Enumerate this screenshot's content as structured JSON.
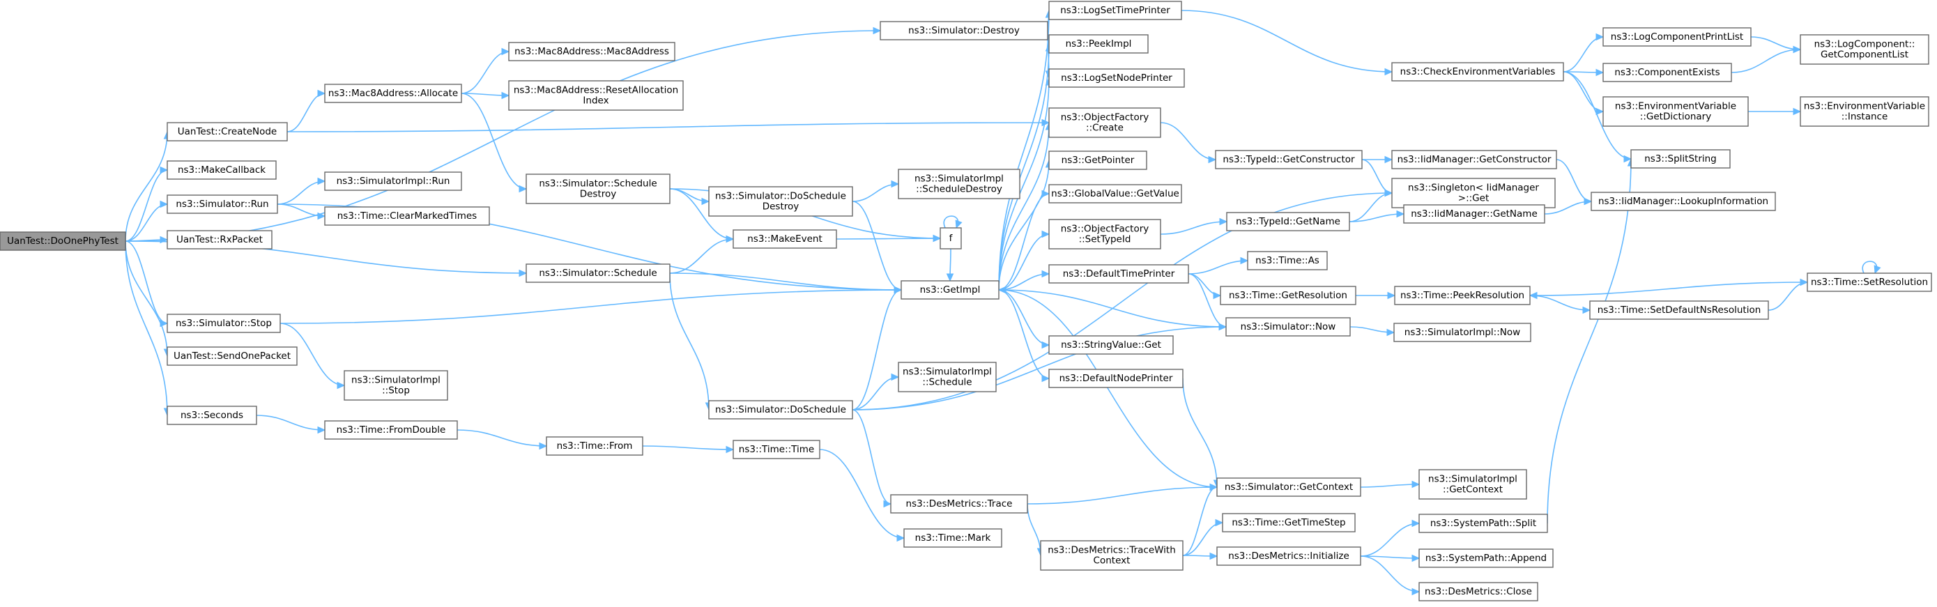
{
  "graph": {
    "nodes": [
      {
        "id": "root",
        "lines": [
          "UanTest::DoOnePhyTest"
        ],
        "root": true
      },
      {
        "id": "destroy",
        "lines": [
          "ns3::Simulator::Destroy"
        ]
      },
      {
        "id": "createnode",
        "lines": [
          "UanTest::CreateNode"
        ]
      },
      {
        "id": "makecallback",
        "lines": [
          "ns3::MakeCallback"
        ]
      },
      {
        "id": "run",
        "lines": [
          "ns3::Simulator::Run"
        ]
      },
      {
        "id": "rxpacket",
        "lines": [
          "UanTest::RxPacket"
        ]
      },
      {
        "id": "schedule",
        "lines": [
          "ns3::Simulator::Schedule"
        ]
      },
      {
        "id": "stop",
        "lines": [
          "ns3::Simulator::Stop"
        ]
      },
      {
        "id": "sendone",
        "lines": [
          "UanTest::SendOnePacket"
        ]
      },
      {
        "id": "seconds",
        "lines": [
          "ns3::Seconds"
        ]
      },
      {
        "id": "logsettime",
        "lines": [
          "ns3::LogSetTimePrinter"
        ]
      },
      {
        "id": "peekimpl",
        "lines": [
          "ns3::PeekImpl"
        ]
      },
      {
        "id": "logsetnode",
        "lines": [
          "ns3::LogSetNodePrinter"
        ]
      },
      {
        "id": "mac8alloc",
        "lines": [
          "ns3::Mac8Address::Allocate"
        ]
      },
      {
        "id": "mac8addr",
        "lines": [
          "ns3::Mac8Address::Mac8Address"
        ]
      },
      {
        "id": "mac8reset",
        "lines": [
          "ns3::Mac8Address::ResetAllocation",
          "Index"
        ]
      },
      {
        "id": "ofcreate",
        "lines": [
          "ns3::ObjectFactory",
          "::Create"
        ]
      },
      {
        "id": "schdestroy",
        "lines": [
          "ns3::Simulator::Schedule",
          "Destroy"
        ]
      },
      {
        "id": "simimplrun",
        "lines": [
          "ns3::SimulatorImpl::Run"
        ]
      },
      {
        "id": "clearmarked",
        "lines": [
          "ns3::Time::ClearMarkedTimes"
        ]
      },
      {
        "id": "doschdestroy",
        "lines": [
          "ns3::Simulator::DoSchedule",
          "Destroy"
        ]
      },
      {
        "id": "simimplschdestroy",
        "lines": [
          "ns3::SimulatorImpl",
          "::ScheduleDestroy"
        ]
      },
      {
        "id": "makeevent",
        "lines": [
          "ns3::MakeEvent"
        ]
      },
      {
        "id": "f",
        "lines": [
          "f"
        ]
      },
      {
        "id": "getimpl",
        "lines": [
          "ns3::GetImpl"
        ]
      },
      {
        "id": "getpointer",
        "lines": [
          "ns3::GetPointer"
        ]
      },
      {
        "id": "globalvalue",
        "lines": [
          "ns3::GlobalValue::GetValue"
        ]
      },
      {
        "id": "ofsettypeid",
        "lines": [
          "ns3::ObjectFactory",
          "::SetTypeId"
        ]
      },
      {
        "id": "deftime",
        "lines": [
          "ns3::DefaultTimePrinter"
        ]
      },
      {
        "id": "stringvalue",
        "lines": [
          "ns3::StringValue::Get"
        ]
      },
      {
        "id": "defnode",
        "lines": [
          "ns3::DefaultNodePrinter"
        ]
      },
      {
        "id": "simimplstop",
        "lines": [
          "ns3::SimulatorImpl",
          "::Stop"
        ]
      },
      {
        "id": "fromdouble",
        "lines": [
          "ns3::Time::FromDouble"
        ]
      },
      {
        "id": "timefrom",
        "lines": [
          "ns3::Time::From"
        ]
      },
      {
        "id": "timetime",
        "lines": [
          "ns3::Time::Time"
        ]
      },
      {
        "id": "dosch",
        "lines": [
          "ns3::Simulator::DoSchedule"
        ]
      },
      {
        "id": "simimplsch",
        "lines": [
          "ns3::SimulatorImpl",
          "::Schedule"
        ]
      },
      {
        "id": "destrace",
        "lines": [
          "ns3::DesMetrics::Trace"
        ]
      },
      {
        "id": "timemark",
        "lines": [
          "ns3::Time::Mark"
        ]
      },
      {
        "id": "destracewith",
        "lines": [
          "ns3::DesMetrics::TraceWith",
          "Context"
        ]
      },
      {
        "id": "checkenv",
        "lines": [
          "ns3::CheckEnvironmentVariables"
        ]
      },
      {
        "id": "typeidgetctor",
        "lines": [
          "ns3::TypeId::GetConstructor"
        ]
      },
      {
        "id": "typeidgetname",
        "lines": [
          "ns3::TypeId::GetName"
        ]
      },
      {
        "id": "timeas",
        "lines": [
          "ns3::Time::As"
        ]
      },
      {
        "id": "timegetres",
        "lines": [
          "ns3::Time::GetResolution"
        ]
      },
      {
        "id": "simnow",
        "lines": [
          "ns3::Simulator::Now"
        ]
      },
      {
        "id": "getcontext",
        "lines": [
          "ns3::Simulator::GetContext"
        ]
      },
      {
        "id": "gettimestep",
        "lines": [
          "ns3::Time::GetTimeStep"
        ]
      },
      {
        "id": "desinit",
        "lines": [
          "ns3::DesMetrics::Initialize"
        ]
      },
      {
        "id": "logcompprint",
        "lines": [
          "ns3::LogComponentPrintList"
        ]
      },
      {
        "id": "compexists",
        "lines": [
          "ns3::ComponentExists"
        ]
      },
      {
        "id": "envdict",
        "lines": [
          "ns3::EnvironmentVariable",
          "::GetDictionary"
        ]
      },
      {
        "id": "splitstring",
        "lines": [
          "ns3::SplitString"
        ]
      },
      {
        "id": "iidgetctor",
        "lines": [
          "ns3::IidManager::GetConstructor"
        ]
      },
      {
        "id": "singleton",
        "lines": [
          "ns3::Singleton< IidManager",
          " >::Get"
        ]
      },
      {
        "id": "iidgetname",
        "lines": [
          "ns3::IidManager::GetName"
        ]
      },
      {
        "id": "iidlookup",
        "lines": [
          "ns3::IidManager::LookupInformation"
        ]
      },
      {
        "id": "peekres",
        "lines": [
          "ns3::Time::PeekResolution"
        ]
      },
      {
        "id": "setdefns",
        "lines": [
          "ns3::Time::SetDefaultNsResolution"
        ]
      },
      {
        "id": "simimplnow",
        "lines": [
          "ns3::SimulatorImpl::Now"
        ]
      },
      {
        "id": "simimplctx",
        "lines": [
          "ns3::SimulatorImpl",
          "::GetContext"
        ]
      },
      {
        "id": "syssplit",
        "lines": [
          "ns3::SystemPath::Split"
        ]
      },
      {
        "id": "sysappend",
        "lines": [
          "ns3::SystemPath::Append"
        ]
      },
      {
        "id": "desclose",
        "lines": [
          "ns3::DesMetrics::Close"
        ]
      },
      {
        "id": "logcompget",
        "lines": [
          "ns3::LogComponent::",
          "GetComponentList"
        ]
      },
      {
        "id": "envinstance",
        "lines": [
          "ns3::EnvironmentVariable",
          "::Instance"
        ]
      },
      {
        "id": "setres",
        "lines": [
          "ns3::Time::SetResolution"
        ]
      }
    ],
    "edges": [
      [
        "root",
        "destroy"
      ],
      [
        "root",
        "createnode"
      ],
      [
        "root",
        "makecallback"
      ],
      [
        "root",
        "run"
      ],
      [
        "root",
        "rxpacket"
      ],
      [
        "root",
        "schedule"
      ],
      [
        "root",
        "stop"
      ],
      [
        "root",
        "sendone"
      ],
      [
        "root",
        "seconds"
      ],
      [
        "destroy",
        "logsettime"
      ],
      [
        "destroy",
        "peekimpl"
      ],
      [
        "destroy",
        "logsetnode"
      ],
      [
        "createnode",
        "mac8alloc"
      ],
      [
        "createnode",
        "ofcreate"
      ],
      [
        "mac8alloc",
        "mac8addr"
      ],
      [
        "mac8alloc",
        "mac8reset"
      ],
      [
        "mac8alloc",
        "schdestroy"
      ],
      [
        "run",
        "simimplrun"
      ],
      [
        "run",
        "clearmarked"
      ],
      [
        "run",
        "getimpl"
      ],
      [
        "schedule",
        "makeevent"
      ],
      [
        "schedule",
        "dosch"
      ],
      [
        "schedule",
        "getimpl"
      ],
      [
        "stop",
        "getimpl"
      ],
      [
        "stop",
        "simimplstop"
      ],
      [
        "seconds",
        "fromdouble"
      ],
      [
        "fromdouble",
        "timefrom"
      ],
      [
        "timefrom",
        "timetime"
      ],
      [
        "timetime",
        "timemark"
      ],
      [
        "schdestroy",
        "doschdestroy"
      ],
      [
        "schdestroy",
        "makeevent"
      ],
      [
        "schdestroy",
        "f"
      ],
      [
        "doschdestroy",
        "simimplschdestroy"
      ],
      [
        "doschdestroy",
        "getimpl"
      ],
      [
        "makeevent",
        "f"
      ],
      [
        "f",
        "f"
      ],
      [
        "f",
        "getimpl"
      ],
      [
        "getimpl",
        "logsettime"
      ],
      [
        "getimpl",
        "peekimpl"
      ],
      [
        "getimpl",
        "logsetnode"
      ],
      [
        "getimpl",
        "ofcreate"
      ],
      [
        "getimpl",
        "getpointer"
      ],
      [
        "getimpl",
        "globalvalue"
      ],
      [
        "getimpl",
        "ofsettypeid"
      ],
      [
        "getimpl",
        "deftime"
      ],
      [
        "getimpl",
        "stringvalue"
      ],
      [
        "getimpl",
        "defnode"
      ],
      [
        "dosch",
        "getimpl"
      ],
      [
        "dosch",
        "simimplsch"
      ],
      [
        "dosch",
        "destrace"
      ],
      [
        "dosch",
        "simnow"
      ],
      [
        "dosch",
        "singleton"
      ],
      [
        "destrace",
        "getcontext"
      ],
      [
        "destrace",
        "destracewith"
      ],
      [
        "destracewith",
        "getcontext"
      ],
      [
        "destracewith",
        "gettimestep"
      ],
      [
        "destracewith",
        "desinit"
      ],
      [
        "logsettime",
        "checkenv"
      ],
      [
        "ofcreate",
        "typeidgetctor"
      ],
      [
        "ofsettypeid",
        "typeidgetname"
      ],
      [
        "deftime",
        "timeas"
      ],
      [
        "deftime",
        "timegetres"
      ],
      [
        "deftime",
        "simnow"
      ],
      [
        "defnode",
        "getcontext"
      ],
      [
        "simnow",
        "getimpl"
      ],
      [
        "simnow",
        "simimplnow"
      ],
      [
        "getcontext",
        "getimpl"
      ],
      [
        "getcontext",
        "simimplctx"
      ],
      [
        "checkenv",
        "logcompprint"
      ],
      [
        "checkenv",
        "compexists"
      ],
      [
        "checkenv",
        "envdict"
      ],
      [
        "checkenv",
        "splitstring"
      ],
      [
        "logcompprint",
        "logcompget"
      ],
      [
        "compexists",
        "logcompget"
      ],
      [
        "envdict",
        "envinstance"
      ],
      [
        "typeidgetctor",
        "iidgetctor"
      ],
      [
        "typeidgetctor",
        "singleton"
      ],
      [
        "typeidgetname",
        "singleton"
      ],
      [
        "typeidgetname",
        "iidgetname"
      ],
      [
        "iidgetctor",
        "iidlookup"
      ],
      [
        "iidgetname",
        "iidlookup"
      ],
      [
        "timegetres",
        "peekres"
      ],
      [
        "peekres",
        "setdefns"
      ],
      [
        "setdefns",
        "setres"
      ],
      [
        "setres",
        "peekres"
      ],
      [
        "setres",
        "setres"
      ],
      [
        "desinit",
        "syssplit"
      ],
      [
        "desinit",
        "sysappend"
      ],
      [
        "desinit",
        "desclose"
      ],
      [
        "syssplit",
        "splitstring"
      ]
    ]
  }
}
